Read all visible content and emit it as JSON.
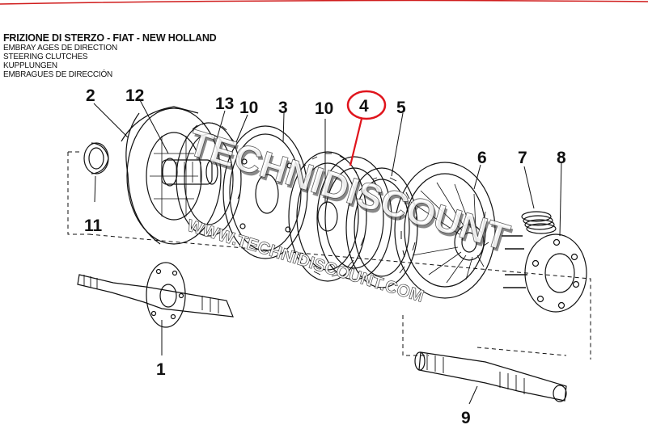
{
  "header": {
    "title": "FRIZIONE DI STERZO - FIAT - NEW HOLLAND",
    "subtitles": [
      "EMBRAY AGES DE DIRECTION",
      "STEERING CLUTCHES",
      "KUPPLUNGEN",
      "EMBRAGUES DE DIRECCIÓN"
    ]
  },
  "callouts": [
    {
      "id": "2",
      "label": "2"
    },
    {
      "id": "12",
      "label": "12"
    },
    {
      "id": "13",
      "label": "13"
    },
    {
      "id": "10a",
      "label": "10"
    },
    {
      "id": "3",
      "label": "3"
    },
    {
      "id": "10b",
      "label": "10"
    },
    {
      "id": "4",
      "label": "4"
    },
    {
      "id": "5",
      "label": "5"
    },
    {
      "id": "6",
      "label": "6"
    },
    {
      "id": "7",
      "label": "7"
    },
    {
      "id": "8",
      "label": "8"
    },
    {
      "id": "11",
      "label": "11"
    },
    {
      "id": "1",
      "label": "1"
    },
    {
      "id": "9",
      "label": "9"
    }
  ],
  "watermark": {
    "brand": "TECHNIDISCOUNT",
    "url": "WWW.TECHNIDISCOUNT.COM"
  },
  "colors": {
    "top_rule": "#d01c1c",
    "highlight": "#e0141c",
    "ink": "#111111",
    "watermark_shadow": "#2a2a2a",
    "watermark_fill": "#ffffff",
    "watermark_red": "#b5121b"
  }
}
